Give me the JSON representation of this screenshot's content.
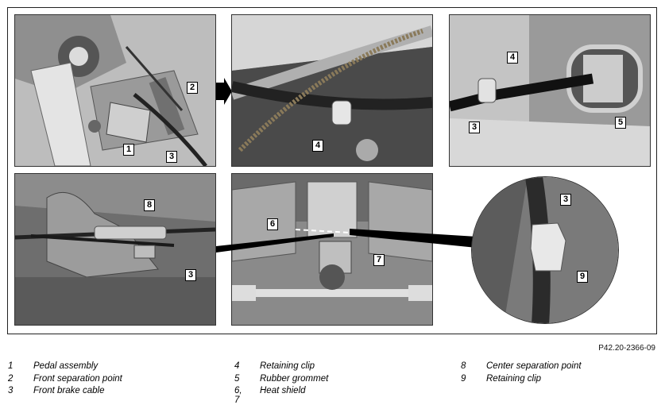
{
  "figure_id": "P42.20-2366-09",
  "callouts": [
    "1",
    "2",
    "3",
    "4",
    "5",
    "6",
    "7",
    "8",
    "9"
  ],
  "legend": [
    {
      "num": "1",
      "text": "Pedal assembly"
    },
    {
      "num": "2",
      "text": "Front separation point"
    },
    {
      "num": "3",
      "text": "Front brake cable"
    },
    {
      "num": "4",
      "text": "Retaining clip"
    },
    {
      "num": "5",
      "text": "Rubber grommet"
    },
    {
      "num": "6, 7",
      "text": "Heat shield"
    },
    {
      "num": "8",
      "text": "Center separation point"
    },
    {
      "num": "9",
      "text": "Retaining clip"
    }
  ]
}
